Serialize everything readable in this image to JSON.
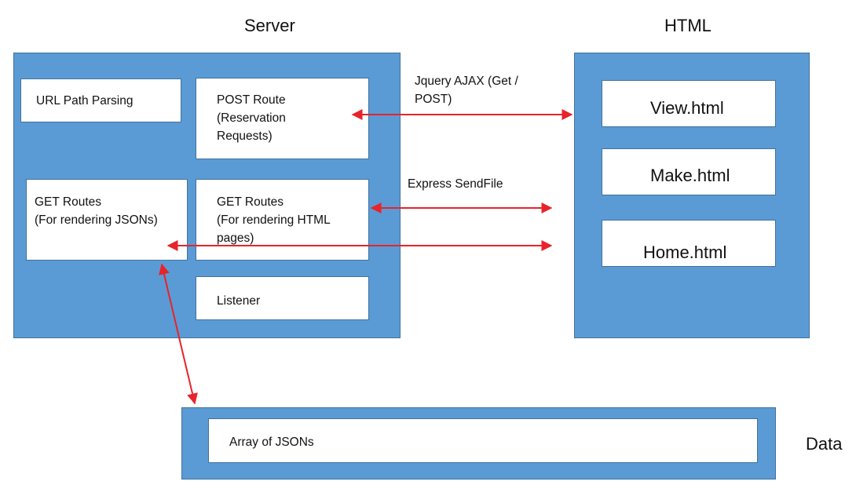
{
  "colors": {
    "panel_fill": "#5b9bd5",
    "panel_border": "#41719c",
    "box_fill": "#ffffff",
    "arrow": "#e8232a"
  },
  "headings": {
    "server": "Server",
    "html": "HTML",
    "data": "Data"
  },
  "server": {
    "url_path_parsing": "URL Path Parsing",
    "post_route": "POST Route\n(Reservation\nRequests)",
    "get_routes_json": "GET Routes\n(For rendering JSONs)",
    "get_routes_html": "GET Routes\n(For rendering HTML\npages)",
    "listener": "Listener"
  },
  "html_panel": {
    "view": "View.html",
    "make": "Make.html",
    "home": "Home.html"
  },
  "data_panel": {
    "array": "Array of JSONs"
  },
  "connections": {
    "ajax_label": "Jquery AJAX (Get /\nPOST)",
    "sendfile_label": "Express SendFile"
  }
}
